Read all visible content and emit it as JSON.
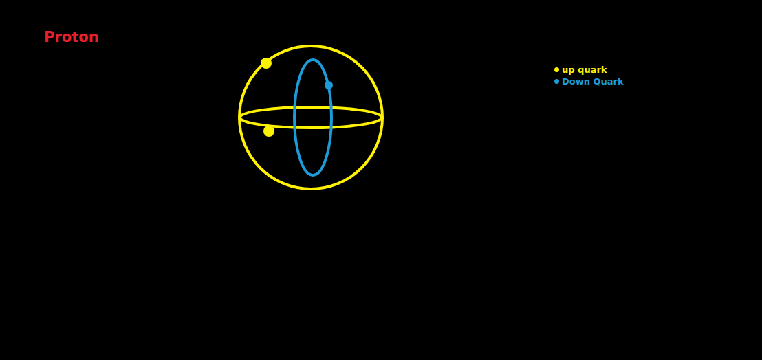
{
  "diagram": {
    "title": "Proton",
    "legend": [
      {
        "text": "up quark",
        "color": "#fff200"
      },
      {
        "text": "Down Quark",
        "color": "#1e9ad6"
      }
    ]
  }
}
